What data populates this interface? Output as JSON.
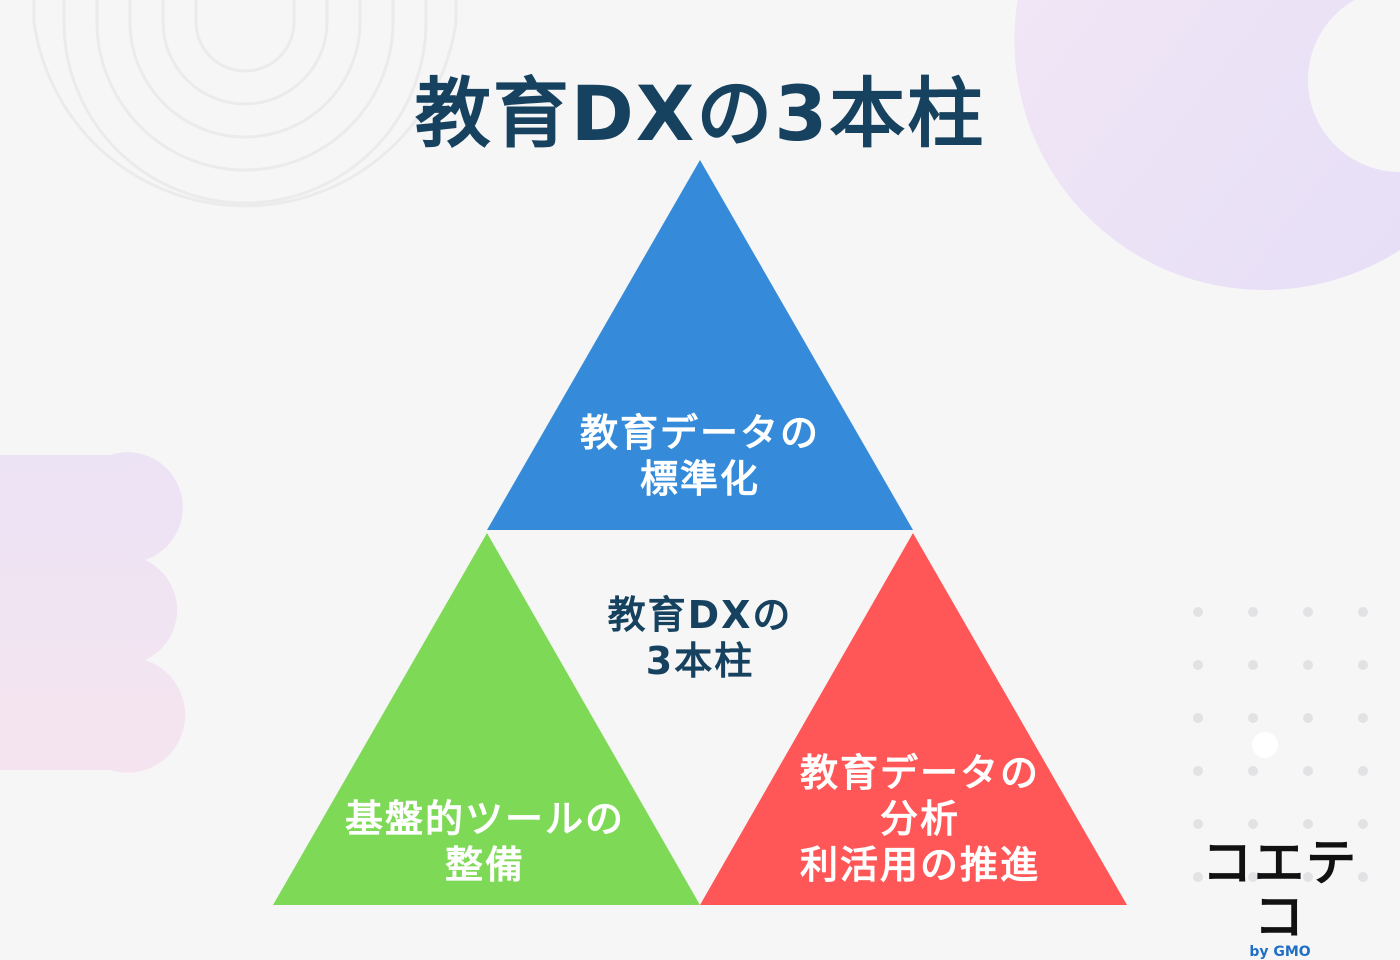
{
  "title": "教育DXの3本柱",
  "diagram": {
    "center_label": [
      "教育DXの",
      "3本柱"
    ],
    "pillars": [
      {
        "lines": [
          "教育データの",
          "標準化"
        ],
        "color": "#358bd9"
      },
      {
        "lines": [
          "基盤的ツールの",
          "整備"
        ],
        "color": "#7ed957"
      },
      {
        "lines": [
          "教育データの",
          "分析",
          "利活用の推進"
        ],
        "color": "#ff5757"
      }
    ]
  },
  "logo": {
    "main": "コエテコ",
    "sub": "by GMO"
  },
  "colors": {
    "title": "#16425f",
    "background": "#f6f6f6"
  }
}
